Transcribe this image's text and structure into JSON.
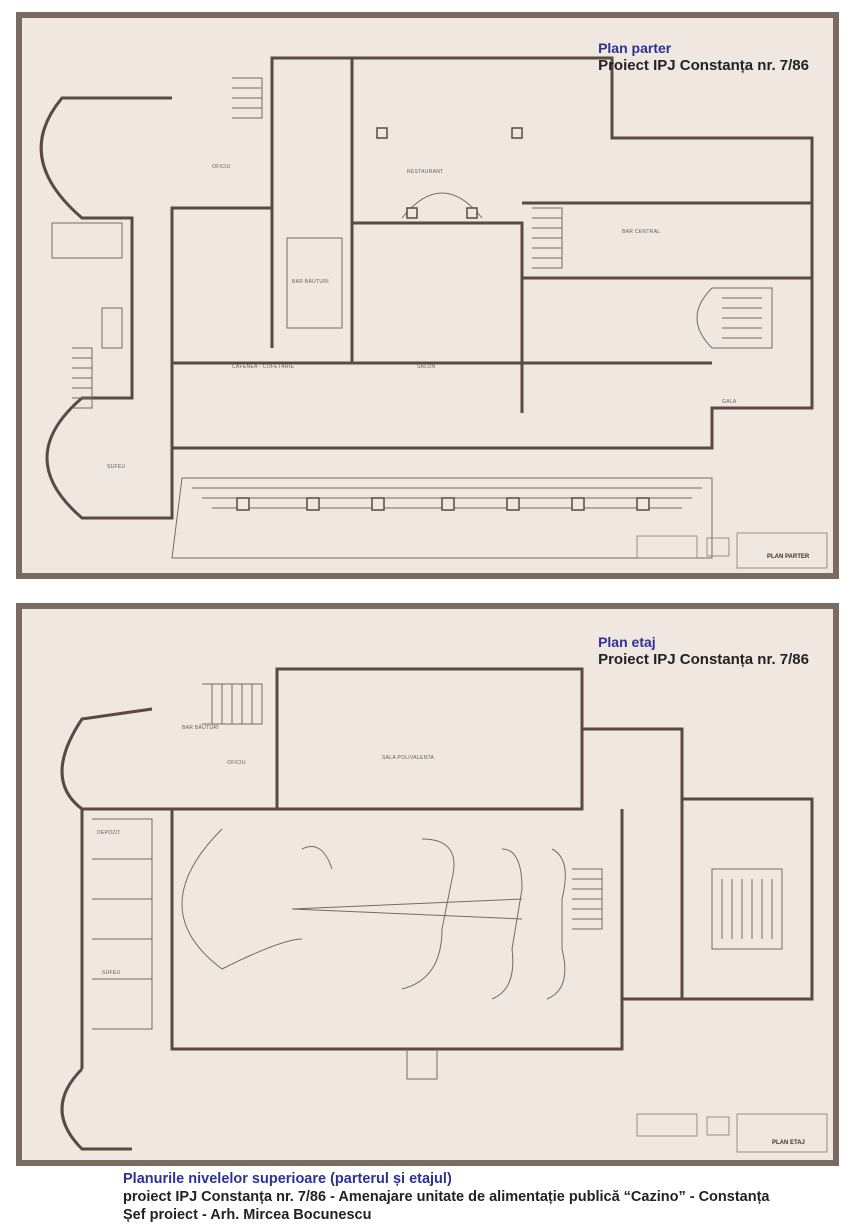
{
  "plan_parter": {
    "title": "Plan parter",
    "subtitle": "Proiect IPJ Constanța nr. 7/86",
    "stamp": "PLAN PARTER",
    "rooms": [
      "RESTAURANT",
      "SALON",
      "CAFENEA - COFETĂRIE",
      "BAR BĂUTURI",
      "OFICIU",
      "BAR CENTRAL",
      "SUFEU",
      "GALA"
    ]
  },
  "plan_etaj": {
    "title": "Plan etaj",
    "subtitle": "Proiect IPJ Constanța nr. 7/86",
    "stamp": "PLAN ETAJ",
    "rooms": [
      "SALA POLIVALENTA",
      "BAR BĂUTURI",
      "OFICIU",
      "SUFEU",
      "DEPOZIT"
    ]
  },
  "footer": {
    "line1": "Planurile nivelelor superioare (parterul și etajul)",
    "line2": "proiect IPJ Constanța nr. 7/86 - Amenajare unitate de alimentație publică “Cazino” - Constanța",
    "line3": "Șef proiect - Arh. Mircea Bocunescu"
  },
  "colors": {
    "frame": "#7b6a60",
    "paper": "#efe7e0",
    "ink": "#5a4a40",
    "caption_blue": "#2e3192"
  }
}
